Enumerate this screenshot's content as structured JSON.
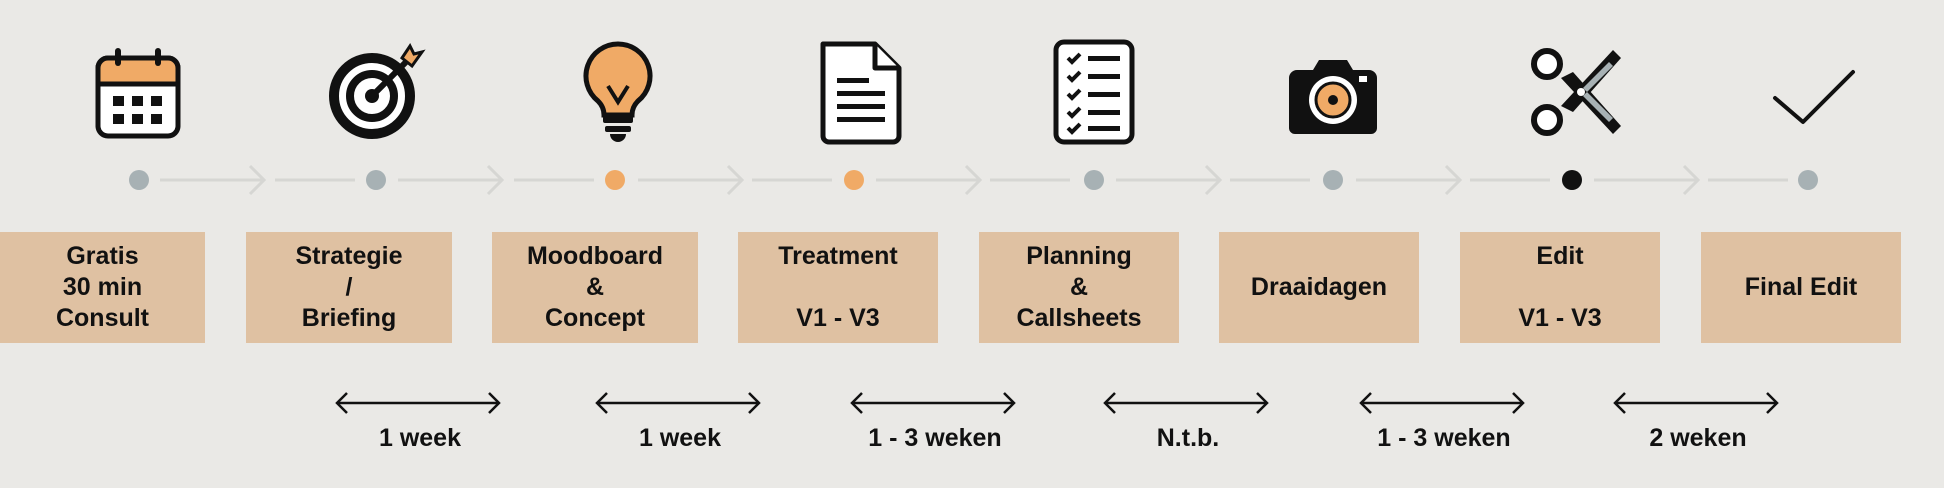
{
  "steps": [
    {
      "icon": "calendar-icon",
      "label": "Gratis\n30 min\nConsult",
      "dot_color": "#a7b1b4"
    },
    {
      "icon": "target-icon",
      "label": "Strategie\n/\nBriefing",
      "dot_color": "#a7b1b4"
    },
    {
      "icon": "lightbulb-icon",
      "label": "Moodboard\n&\nConcept",
      "dot_color": "#f0aa66"
    },
    {
      "icon": "document-icon",
      "label": "Treatment\n\nV1 - V3",
      "dot_color": "#f0aa66"
    },
    {
      "icon": "checklist-icon",
      "label": "Planning\n&\nCallsheets",
      "dot_color": "#a7b1b4"
    },
    {
      "icon": "camera-icon",
      "label": "Draaidagen",
      "dot_color": "#a7b1b4"
    },
    {
      "icon": "scissors-icon",
      "label": "Edit\n\nV1 - V3",
      "dot_color": "#111111"
    },
    {
      "icon": "checkmark-icon",
      "label": "Final Edit",
      "dot_color": "#a7b1b4"
    }
  ],
  "durations": [
    "1 week",
    "1 week",
    "1 - 3 weken",
    "N.t.b.",
    "1 - 3 weken",
    "2 weken"
  ],
  "colors": {
    "background": "#eae9e6",
    "box": "#dfc1a2",
    "accent_orange": "#f0aa66",
    "dot_grey": "#a7b1b4",
    "connector": "#d6d6d3"
  }
}
